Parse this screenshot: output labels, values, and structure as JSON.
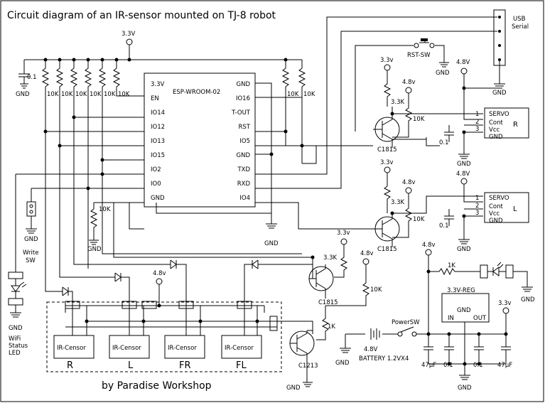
{
  "title": "Circuit diagram of an IR-sensor mounted on TJ-8  robot",
  "footer": "by Paradise Workshop",
  "esp": {
    "name": "ESP-WROOM-02",
    "left_pins": [
      "3.3V",
      "EN",
      "IO14",
      "IO12",
      "IO13",
      "IO15",
      "IO2",
      "IO0",
      "GND"
    ],
    "right_pins": [
      "GND",
      "IO16",
      "T-OUT",
      "RST",
      "IO5",
      "GND",
      "TXD",
      "RXD",
      "IO4"
    ]
  },
  "labels": {
    "v33": "3.3V",
    "v33_low": "3.3v",
    "v48": "4.8V",
    "v48_low": "4.8v",
    "gnd": "GND",
    "k10": "10K",
    "k33": "3.3K",
    "k1": "1K",
    "c01": "0.1",
    "c47": "47µF",
    "c1815": "C1815",
    "c1213": "C1213",
    "rst_sw": "RST-SW",
    "usb1": "USB",
    "usb2": "Serial",
    "servo": "SERVO",
    "servo_pins": [
      "Cont",
      "Vcc",
      "GND"
    ],
    "servo_nums": [
      "1",
      "2",
      "3"
    ],
    "servo_r": "R",
    "servo_l": "L",
    "write1": "Write",
    "write2": "SW",
    "wifi1": "WiFi",
    "wifi2": "Status",
    "wifi3": "LED",
    "ir_censor": "IR-Censor",
    "ir_names": [
      "R",
      "L",
      "FR",
      "FL"
    ],
    "reg": "3.3V-REG",
    "reg_gnd": "GND",
    "reg_in": "IN",
    "reg_out": "OUT",
    "power_sw": "PowerSW",
    "battery1": "4.8V",
    "battery2": "BATTERY 1.2VX4"
  }
}
